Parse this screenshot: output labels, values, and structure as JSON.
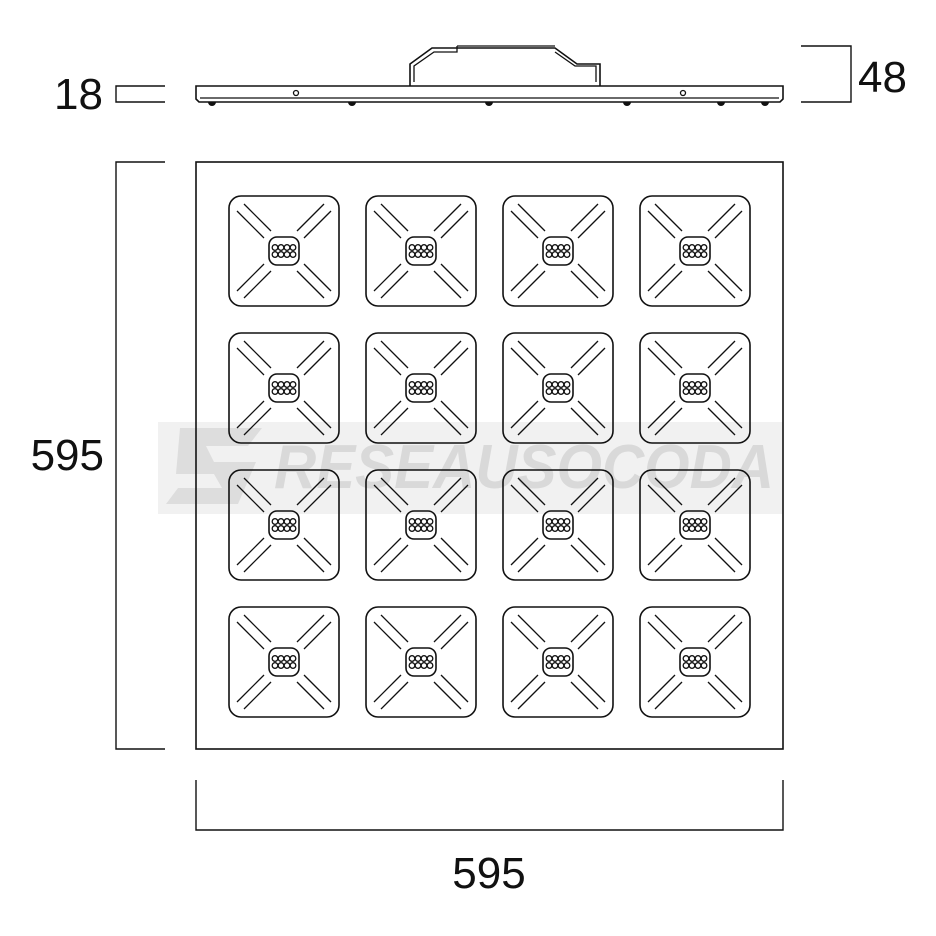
{
  "dimensions": {
    "profile_thickness": "18",
    "total_height": "48",
    "height": "595",
    "width": "595"
  },
  "watermark": {
    "text": "RESEAUSOCODA"
  },
  "panel": {
    "rows": 4,
    "columns": 4,
    "leds_per_module": 8
  },
  "colors": {
    "line": "#111111",
    "background": "#ffffff",
    "watermark": "#d9d9d9"
  }
}
